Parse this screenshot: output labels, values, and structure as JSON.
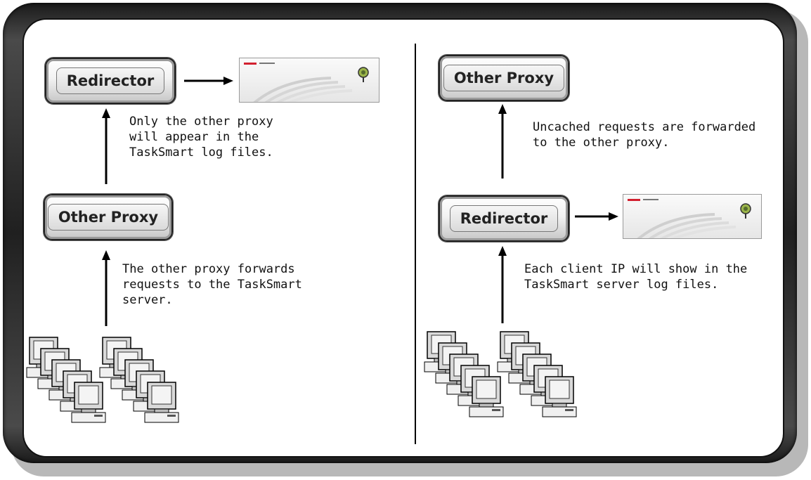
{
  "left": {
    "redirector_label": "Redirector",
    "other_proxy_label": "Other Proxy",
    "note_top": "Only the other proxy\nwill appear in the\nTaskSmart log files.",
    "note_bottom": "The other proxy forwards\nrequests to the TaskSmart\nserver."
  },
  "right": {
    "other_proxy_label": "Other Proxy",
    "redirector_label": "Redirector",
    "note_top": "Uncached requests are forwarded\nto the other proxy.",
    "note_bottom": "Each client IP will show in the\nTaskSmart server log files."
  },
  "colors": {
    "frame": "#2a2a2a",
    "panel": "#ffffff",
    "text": "#111111",
    "server_logo": "#d2202f",
    "server_accent": "#6b8e23"
  },
  "icons": [
    "arrow-right-icon",
    "arrow-up-icon",
    "taskmart-server-icon",
    "client-computer-icon"
  ]
}
